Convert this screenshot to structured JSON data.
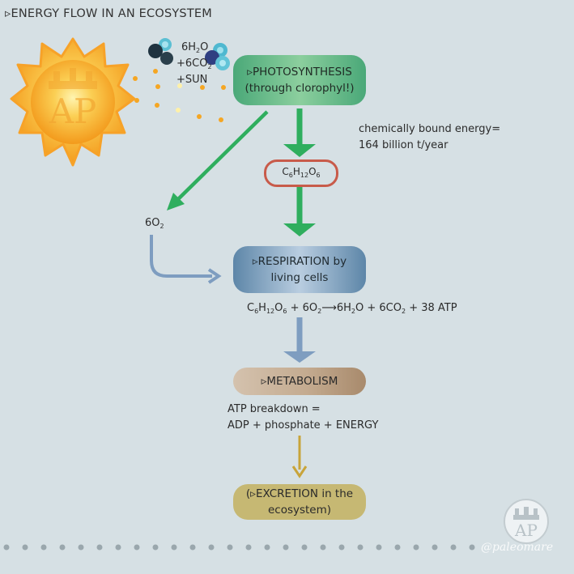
{
  "title": "▹ENERGY FLOW IN AN ECOSYSTEM",
  "inputs": {
    "water": "6H",
    "water_sub": "2",
    "water_end": "O",
    "co2": "+6CO",
    "co2_sub": "2",
    "sun": "+SUN"
  },
  "boxes": {
    "photosynthesis_line1": "▹PHOTOSYNTHESIS",
    "photosynthesis_line2": "(through clorophyl!)",
    "glucose_c": "C",
    "glucose_c_sub": "6",
    "glucose_h": "H",
    "glucose_h_sub": "12",
    "glucose_o": "O",
    "glucose_o_sub": "6",
    "respiration_line1": "▹RESPIRATION by",
    "respiration_line2": "living cells",
    "metabolism": "▹METABOLISM",
    "excretion_line1": "(▹EXCRETION in the",
    "excretion_line2": "ecosystem)"
  },
  "annotations": {
    "energy_line1": "chemically bound energy=",
    "energy_line2": "164 billion t/year",
    "oxygen": "6O",
    "oxygen_sub": "2",
    "equation": {
      "c": "C",
      "c_sub": "6",
      "h": "H",
      "h_sub": "12",
      "o": "O",
      "o_sub": "6",
      "plus_o2": " + 6O",
      "o2_sub": "2",
      "arrow_h2o": "⟶6H",
      "h2o_sub": "2",
      "o_co2": "O + 6CO",
      "co2_sub": "2",
      "atp": " + 38 ATP"
    },
    "atp_line1": "ATP breakdown =",
    "atp_line2": "ADP + phosphate + ENERGY"
  },
  "watermark": "@paleomare",
  "logo_text": "AP",
  "colors": {
    "green_arrow": "#2fae5e",
    "blue_arrow": "#7e9dc0",
    "gold_arrow": "#c8a43a",
    "glucose_border": "#c85b4a",
    "sun": "#f8b53a"
  },
  "icons": [
    "sun-icon",
    "water-molecule-icon",
    "co2-molecule-icon",
    "logo-watermark-icon"
  ]
}
